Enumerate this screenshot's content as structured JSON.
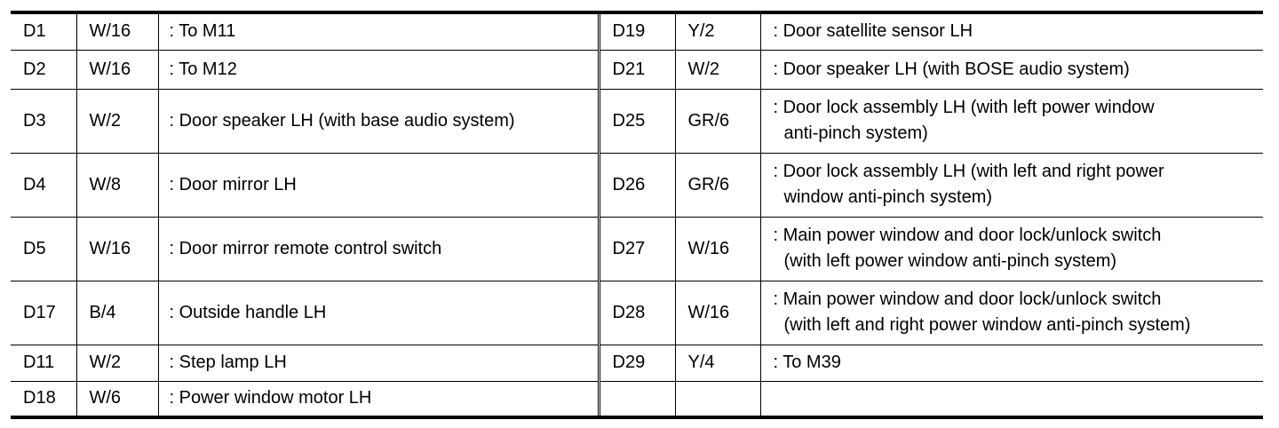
{
  "connector_table": {
    "rows": [
      {
        "left": {
          "code": "D1",
          "wire": "W/16",
          "desc": [
            ": To M11"
          ]
        },
        "right": {
          "code": "D19",
          "wire": "Y/2",
          "desc": [
            ": Door satellite sensor LH"
          ]
        }
      },
      {
        "left": {
          "code": "D2",
          "wire": "W/16",
          "desc": [
            ": To M12"
          ]
        },
        "right": {
          "code": "D21",
          "wire": "W/2",
          "desc": [
            ": Door speaker LH (with BOSE audio system)"
          ]
        }
      },
      {
        "left": {
          "code": "D3",
          "wire": "W/2",
          "desc": [
            ": Door speaker LH (with base audio system)"
          ]
        },
        "right": {
          "code": "D25",
          "wire": "GR/6",
          "desc": [
            ": Door lock assembly LH (with left power window",
            "anti-pinch system)"
          ]
        }
      },
      {
        "left": {
          "code": "D4",
          "wire": "W/8",
          "desc": [
            ": Door mirror LH"
          ]
        },
        "right": {
          "code": "D26",
          "wire": "GR/6",
          "desc": [
            ": Door lock assembly LH (with left and right power",
            "window anti-pinch system)"
          ]
        }
      },
      {
        "left": {
          "code": "D5",
          "wire": "W/16",
          "desc": [
            ": Door mirror remote control switch"
          ]
        },
        "right": {
          "code": "D27",
          "wire": "W/16",
          "desc": [
            ": Main power window and door lock/unlock switch",
            "(with left power window anti-pinch system)"
          ]
        }
      },
      {
        "left": {
          "code": "D17",
          "wire": "B/4",
          "desc": [
            ": Outside handle LH"
          ]
        },
        "right": {
          "code": "D28",
          "wire": "W/16",
          "desc": [
            ": Main power window and door lock/unlock switch",
            "(with left and right power window anti-pinch system)"
          ]
        }
      },
      {
        "left": {
          "code": "D11",
          "wire": "W/2",
          "desc": [
            ": Step lamp LH"
          ]
        },
        "right": {
          "code": "D29",
          "wire": "Y/4",
          "desc": [
            ": To M39"
          ]
        }
      },
      {
        "left": {
          "code": "D18",
          "wire": "W/6",
          "desc": [
            ": Power window motor LH"
          ]
        },
        "right": {
          "code": "",
          "wire": "",
          "desc": [
            ""
          ]
        }
      }
    ]
  }
}
